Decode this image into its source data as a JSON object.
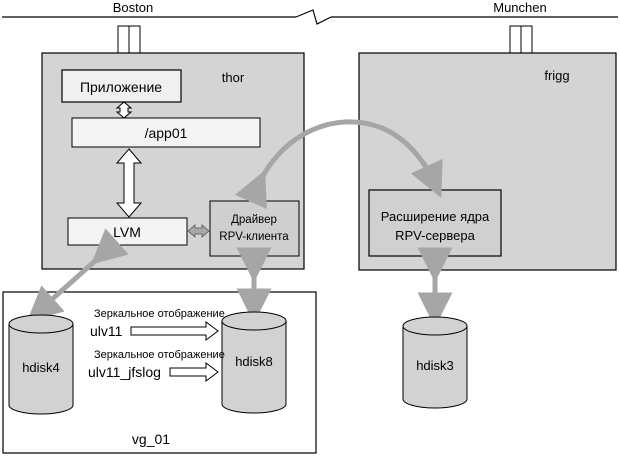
{
  "sites": {
    "left": "Boston",
    "right": "Munchen"
  },
  "hosts": {
    "left": "thor",
    "right": "frigg"
  },
  "boxes": {
    "application": "Приложение",
    "app_fs": "/app01",
    "lvm": "LVM",
    "rpv_client_line1": "Драйвер",
    "rpv_client_line2": "RPV-клиента",
    "rpv_server_line1": "Расширение ядра",
    "rpv_server_line2": "RPV-сервера"
  },
  "disks": {
    "hdisk4": "hdisk4",
    "hdisk8": "hdisk8",
    "hdisk3": "hdisk3"
  },
  "mirrors": [
    {
      "caption": "Зеркальное отображение",
      "lv": "ulv11"
    },
    {
      "caption": "Зеркальное отображение",
      "lv": "ulv11_jfslog"
    }
  ],
  "volume_group": "vg_01",
  "colors": {
    "host_fill": "#d4d4d4",
    "box_fill": "#f4f4f4",
    "inner_box_fill": "#cfcfcf",
    "arrow_gray": "#a6a6a6",
    "disk_fill": "#d2d2d2"
  }
}
